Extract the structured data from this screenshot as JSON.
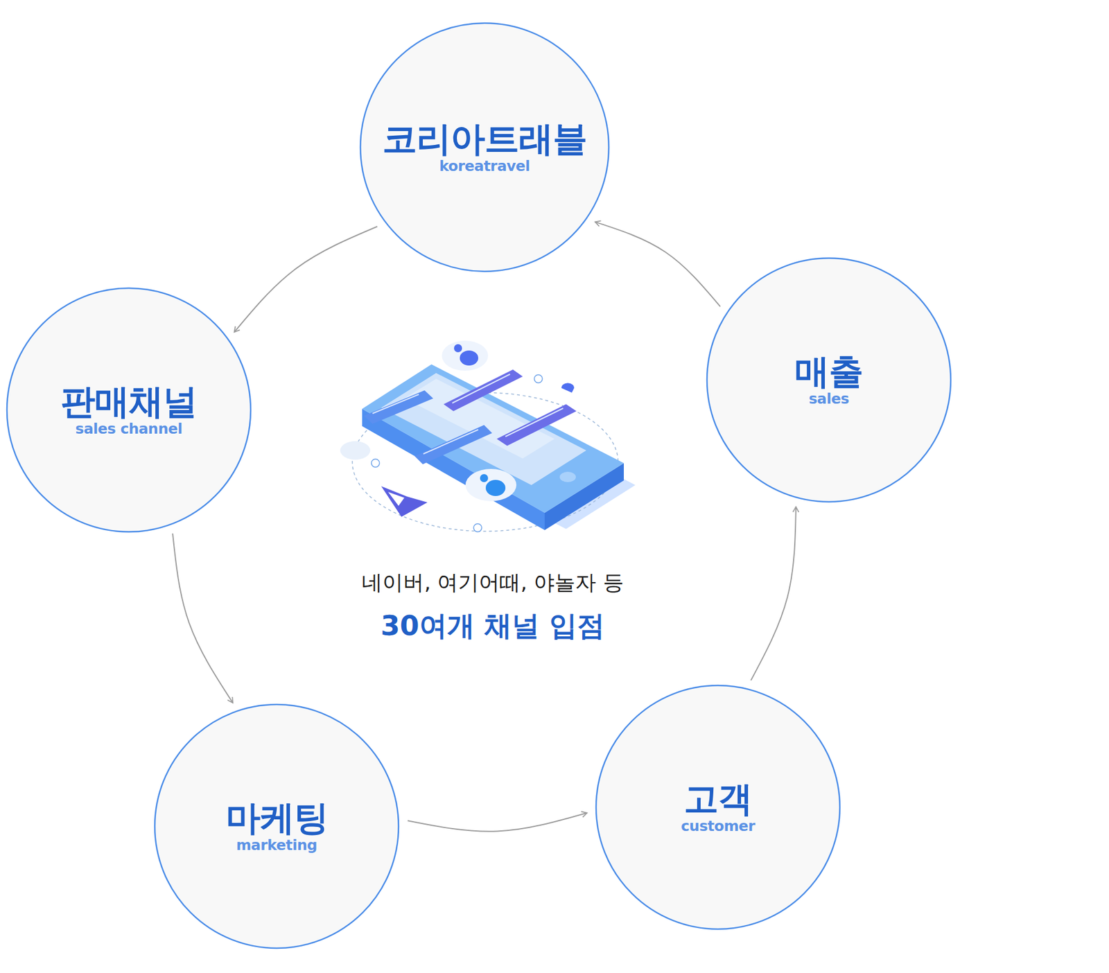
{
  "diagram": {
    "nodes": [
      {
        "text": [
          "코리아트래블",
          "koreatravel"
        ]
      },
      {
        "text": [
          "판매채널",
          "sales channel"
        ]
      },
      {
        "text": [
          "매출",
          "sales"
        ]
      },
      {
        "text": [
          "마케팅",
          "marketing"
        ]
      },
      {
        "text": [
          "고객",
          "customer"
        ]
      }
    ],
    "edges": [
      {
        "from": 0,
        "to": 1,
        "arrow": "to"
      },
      {
        "from": 1,
        "to": 3,
        "arrow": "to"
      },
      {
        "from": 3,
        "to": 4,
        "arrow": "to"
      },
      {
        "from": 4,
        "to": 2,
        "arrow": "to"
      },
      {
        "from": 2,
        "to": 0,
        "arrow": "to"
      }
    ],
    "labels": [
      "네이버, 여기어때, 야놀자 등",
      "30여개 채널 입점"
    ]
  }
}
